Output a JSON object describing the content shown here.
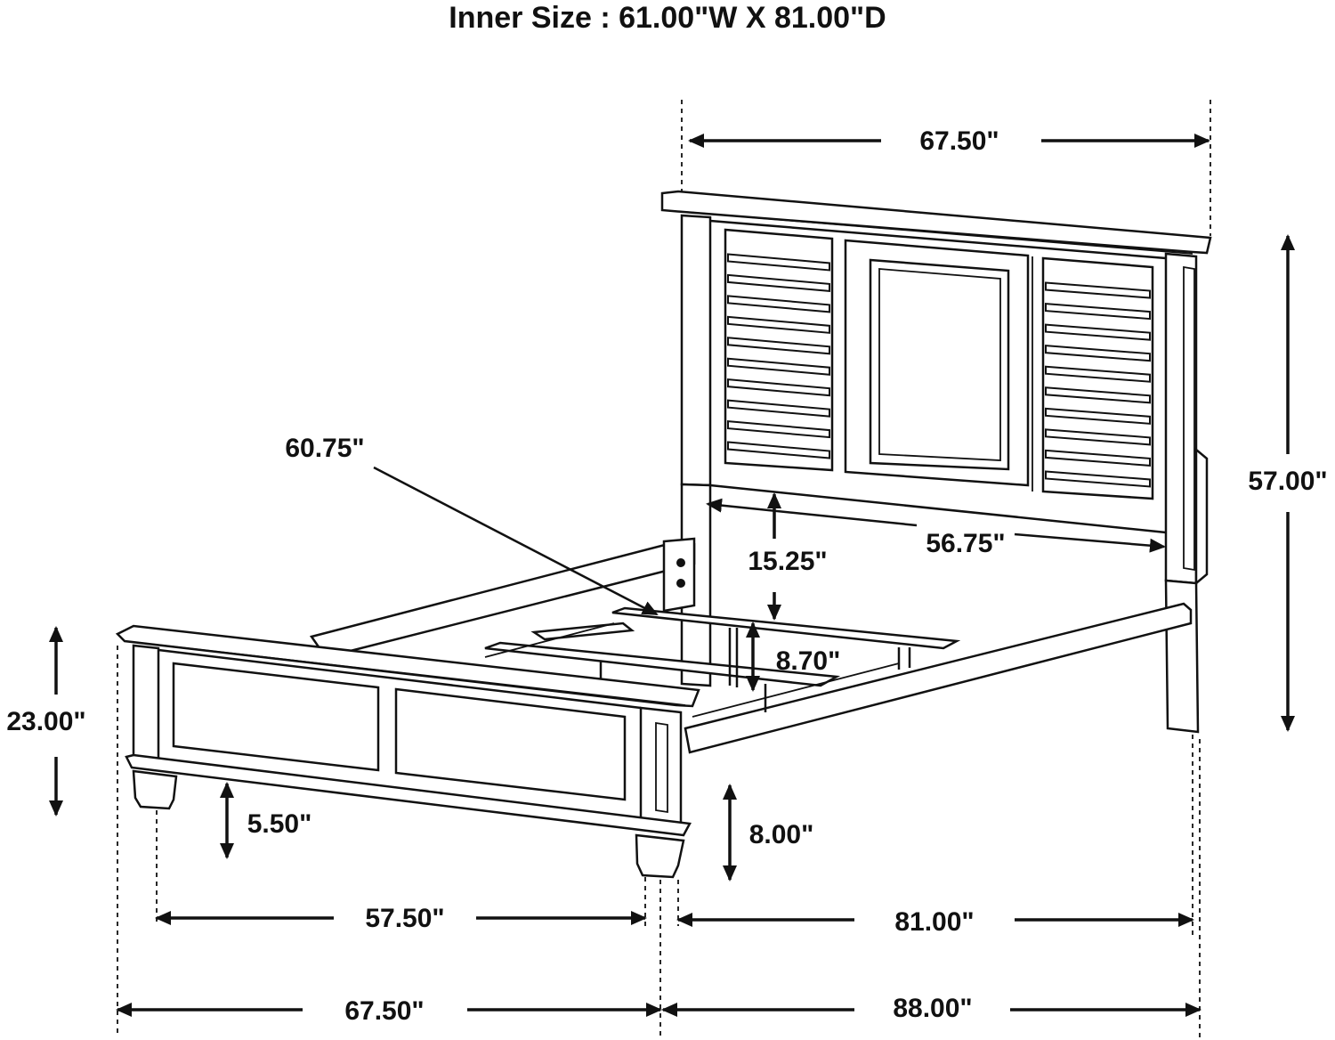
{
  "title": "Inner Size : 61.00\"W X 81.00\"D",
  "dimensions": {
    "headboard_width": "67.50\"",
    "headboard_height": "57.00\"",
    "diagonal": "60.75\"",
    "inner_headboard_width": "56.75\"",
    "headboard_clearance": "15.25\"",
    "slat_height": "8.70\"",
    "footboard_height": "23.00\"",
    "footboard_leg_height": "5.50\"",
    "side_rail_clearance": "8.00\"",
    "footboard_inner_width": "57.50\"",
    "inner_length": "81.00\"",
    "overall_width": "67.50\"",
    "overall_length": "88.00\""
  },
  "colors": {
    "line": "#111111",
    "background": "#ffffff"
  }
}
